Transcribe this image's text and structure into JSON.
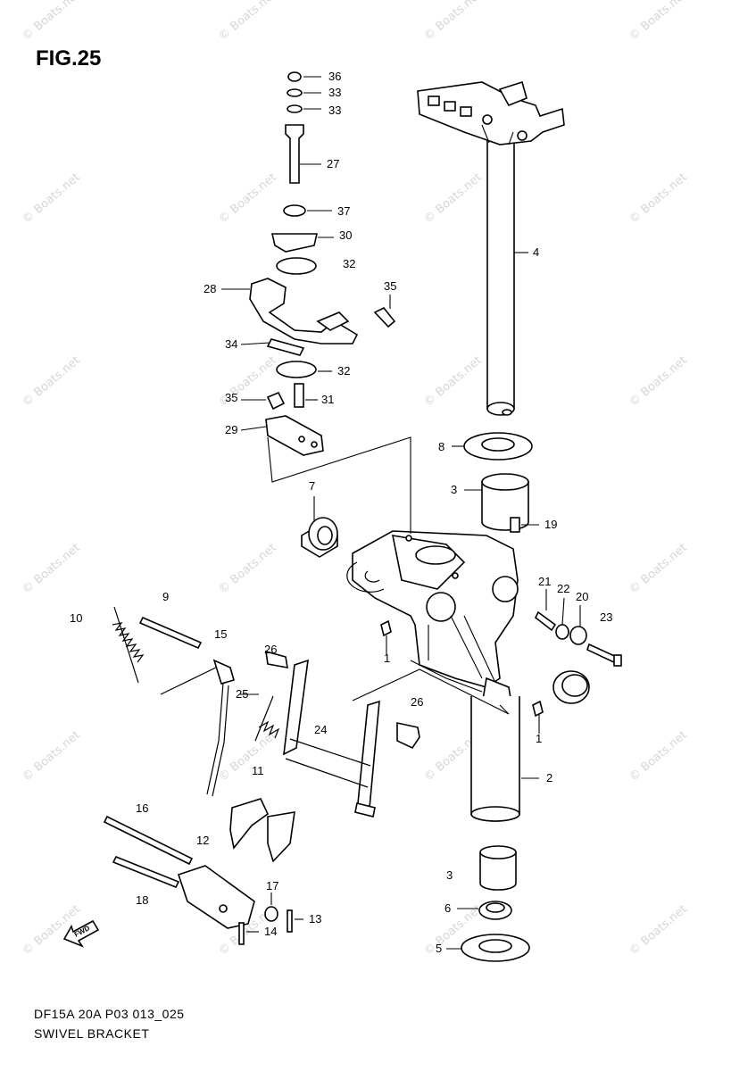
{
  "figure": {
    "title": "FIG.25",
    "footer_code": "DF15A 20A P03 013_025",
    "footer_name": "SWIVEL BRACKET",
    "watermark": "© Boats.net",
    "fwd_label": "FWD"
  },
  "callouts": [
    "36",
    "33",
    "33",
    "27",
    "37",
    "30",
    "32",
    "28",
    "35",
    "34",
    "32",
    "35",
    "31",
    "29",
    "4",
    "8",
    "3",
    "19",
    "7",
    "21",
    "22",
    "20",
    "23",
    "9",
    "10",
    "15",
    "26",
    "25",
    "1",
    "26",
    "1",
    "24",
    "11",
    "2",
    "16",
    "12",
    "18",
    "17",
    "13",
    "14",
    "3",
    "6",
    "5"
  ]
}
